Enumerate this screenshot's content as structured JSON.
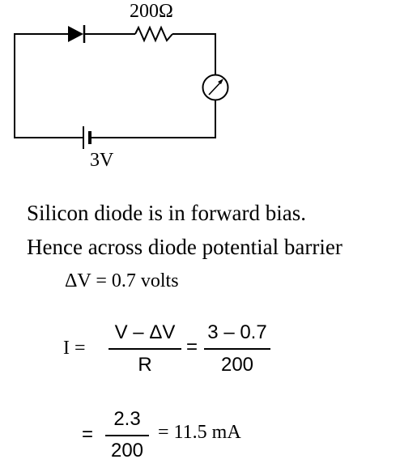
{
  "circuit": {
    "resistor_label": "200Ω",
    "battery_label": "3V"
  },
  "explanation": {
    "line1": "Silicon diode is in forward bias.",
    "line2": "Hence across diode potential barrier",
    "delta_v": "ΔV = 0.7 volts"
  },
  "equation1": {
    "lhs": "I =",
    "frac1_num": "V – ΔV",
    "frac1_den": "R",
    "equals": "=",
    "frac2_num": "3 – 0.7",
    "frac2_den": "200"
  },
  "equation2": {
    "eq": "=",
    "frac_num": "2.3",
    "frac_den": "200",
    "result": "= 11.5 mA"
  }
}
